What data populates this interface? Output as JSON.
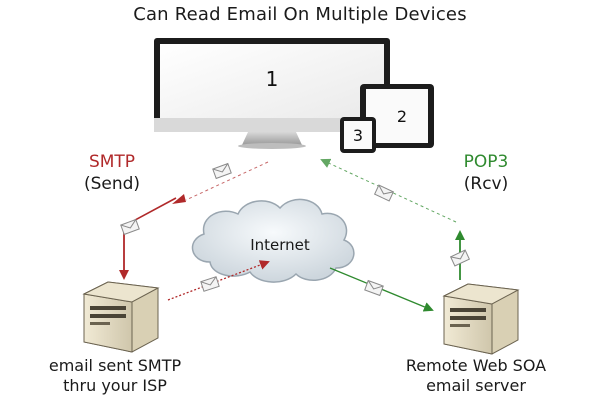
{
  "title": "Can Read Email On Multiple Devices",
  "devices": {
    "monitor_label": "1",
    "tablet_label": "2",
    "phone_label": "3"
  },
  "smtp": {
    "protocol": "SMTP",
    "action": "(Send)",
    "color": "#b0292a"
  },
  "pop3": {
    "protocol": "POP3",
    "action": "(Rcv)",
    "color": "#2f8a2f"
  },
  "cloud": {
    "label": "Internet"
  },
  "left_server": {
    "caption_line1": "email sent SMTP",
    "caption_line2": "thru your ISP"
  },
  "right_server": {
    "caption_line1": "Remote Web SOA",
    "caption_line2": "email server"
  }
}
